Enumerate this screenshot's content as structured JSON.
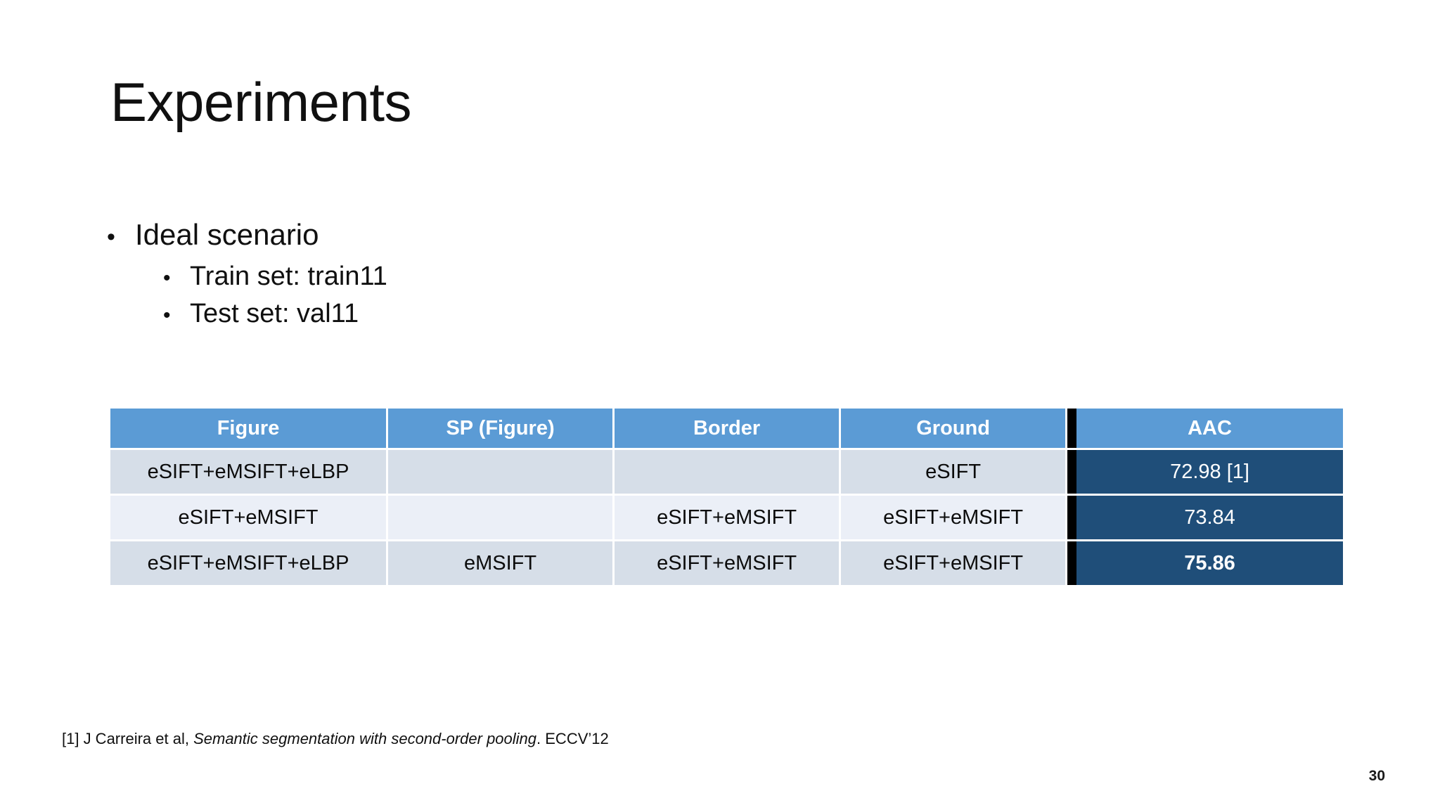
{
  "slide": {
    "title": "Experiments",
    "page_number": "30",
    "background_color": "#FFFFFF"
  },
  "bullets": {
    "marker": "•",
    "level1": [
      {
        "text": "Ideal scenario",
        "children": [
          {
            "text": "Train set: train11"
          },
          {
            "text": "Test set: val11"
          }
        ]
      }
    ]
  },
  "table": {
    "header_color": "#5B9BD5",
    "row_odd_color": "#D6DEE8",
    "row_even_color": "#EBEFF7",
    "accent_cell_color": "#1F4E79",
    "separator_color": "#000000",
    "columns": [
      "Figure",
      "SP (Figure)",
      "Border",
      "Ground",
      "AAC"
    ],
    "rows": [
      {
        "figure": "eSIFT+eMSIFT+eLBP",
        "sp_figure": "",
        "border": "",
        "ground": "eSIFT",
        "aac": "72.98 [1]",
        "aac_bold": false
      },
      {
        "figure": "eSIFT+eMSIFT",
        "sp_figure": "",
        "border": "eSIFT+eMSIFT",
        "ground": "eSIFT+eMSIFT",
        "aac": "73.84",
        "aac_bold": false
      },
      {
        "figure": "eSIFT+eMSIFT+eLBP",
        "sp_figure": "eMSIFT",
        "border": "eSIFT+eMSIFT",
        "ground": "eSIFT+eMSIFT",
        "aac": "75.86",
        "aac_bold": true
      }
    ]
  },
  "footnote": {
    "prefix": "[1] J Carreira et al, ",
    "italic": "Semantic segmentation with second-order pooling",
    "suffix": ". ECCV’12"
  }
}
